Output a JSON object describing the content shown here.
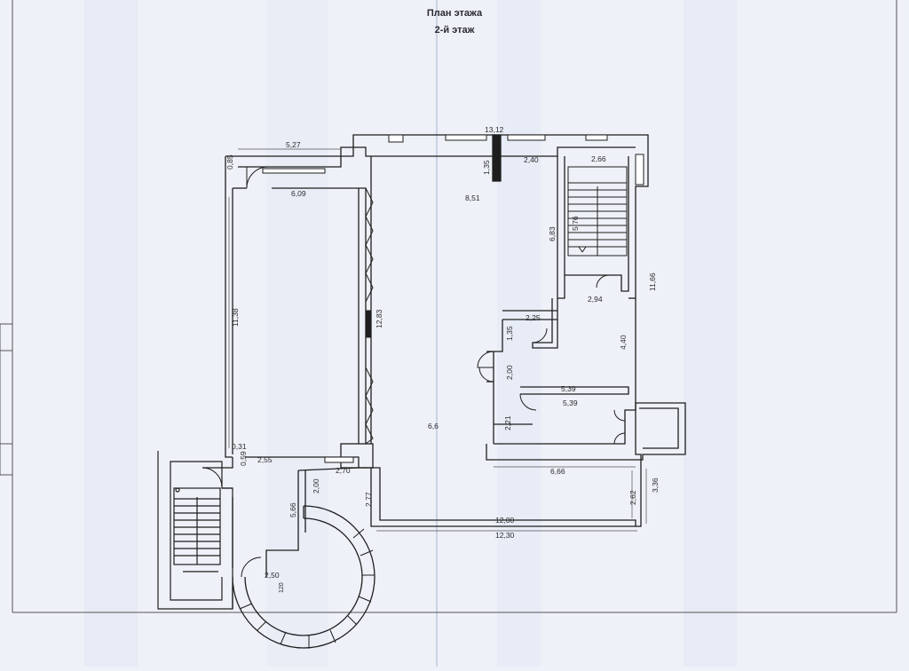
{
  "title": {
    "line1": "План  этажа",
    "line2": "2-й этаж"
  },
  "dimensions": {
    "d_13_12": "13,12",
    "d_5_27": "5,27",
    "d_0_85": "0,85",
    "d_6_09": "6,09",
    "d_1_35_top": "1,35",
    "d_2_40": "2,40",
    "d_2_66": "2,66",
    "d_8_51": "8,51",
    "d_6_83": "6,83",
    "d_5_76": "5,76",
    "d_11_66": "11,66",
    "d_11_38": "11,38",
    "d_12_83": "12,83",
    "d_2_94": "2,94",
    "d_2_25": "2,25",
    "d_1_35_mid": "1,35",
    "d_4_40": "4,40",
    "d_2_00_mid": "2,00",
    "d_5_39_a": "5,39",
    "d_5_39_b": "5,39",
    "d_2_21": "2,21",
    "d_6_6": "6,6",
    "d_0_31": "0,31",
    "d_0_59": "0,59",
    "d_2_55": "2,55",
    "d_2_70": "2,70",
    "d_2_00_left": "2,00",
    "d_5_66": "5,66",
    "d_2_77": "2,77",
    "d_6_66": "6,66",
    "d_2_62": "2,62",
    "d_3_36": "3,36",
    "d_12_00": "12,00",
    "d_12_30": "12,30",
    "d_2_50": "2,50",
    "d_120": "120"
  },
  "colors": {
    "paper": "#eef1f7",
    "wall": "#1e1e1e",
    "fold": "#c9d2e6"
  }
}
